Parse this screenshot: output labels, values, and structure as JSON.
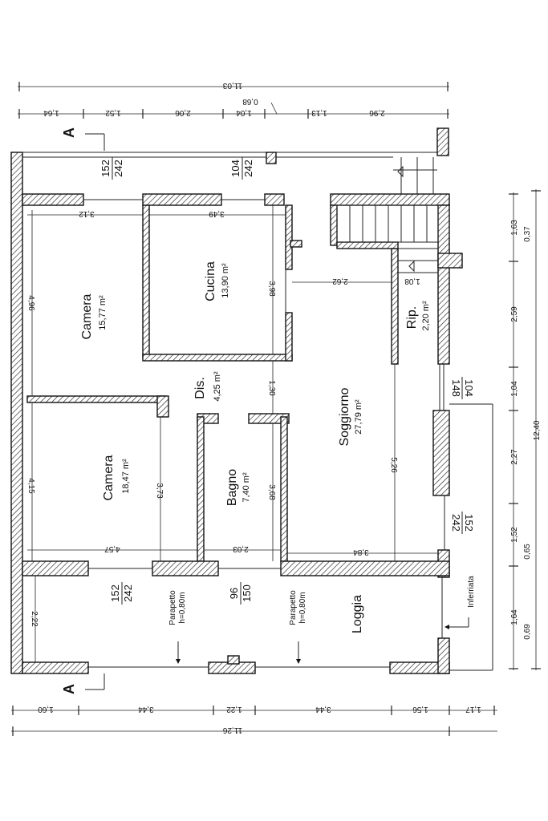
{
  "rooms": {
    "camera1": {
      "name": "Camera",
      "area": "15,77 m²",
      "w": "3,12",
      "h": "4,96"
    },
    "cucina": {
      "name": "Cucina",
      "area": "13,90 m²",
      "w": "3,49",
      "h": "3,98"
    },
    "camera2": {
      "name": "Camera",
      "area": "18,47 m²",
      "w": "4,57",
      "h1": "4,15",
      "h2": "3,73"
    },
    "dis": {
      "name": "Dis.",
      "area": "4,25 m²"
    },
    "bagno": {
      "name": "Bagno",
      "area": "7,40 m²",
      "w": "2,03",
      "h": "3,68"
    },
    "soggiorno": {
      "name": "Soggiorno",
      "area": "27,79 m²",
      "w": "3,84",
      "h": "5,26",
      "corridor": "1,30",
      "stair": "2,62"
    },
    "rip": {
      "name": "Rip.",
      "area": "2,20 m²",
      "w": "1,08"
    },
    "loggia": {
      "name": "Loggia",
      "h": "2,22"
    }
  },
  "labels": {
    "parapetto": "Parapetto",
    "parapetto_h": "h=0,80m",
    "inferriata": "Inferriata",
    "section": "A"
  },
  "fractions": {
    "f_top_left": {
      "num": "152",
      "den": "242"
    },
    "f_top_mid": {
      "num": "104",
      "den": "242"
    },
    "f_right_1": {
      "num": "104",
      "den": "148"
    },
    "f_right_2": {
      "num": "152",
      "den": "242"
    },
    "f_bottom_1": {
      "num": "152",
      "den": "242"
    },
    "f_bottom_2": {
      "num": "96",
      "den": "150"
    }
  },
  "top_dims": {
    "total": "11,03",
    "d1": "1,64",
    "d2": "1,52",
    "d3": "2,06",
    "d4": "1,04",
    "d5": "1,13",
    "d6": "2,96",
    "extra": "0,68"
  },
  "bottom_dims": {
    "total": "11,26",
    "d1": "1,60",
    "d2": "3,44",
    "d3": "1,22",
    "d4": "3,44",
    "d5": "1,56",
    "d6": "1,17"
  },
  "right_dims": {
    "total": "12,40",
    "d1": "1,63",
    "d1b": "0,37",
    "d2": "2,59",
    "d3": "1,04",
    "d4": "2,27",
    "d5": "1,52",
    "d5b": "0,65",
    "d6": "1,64",
    "d6b": "0,69"
  }
}
